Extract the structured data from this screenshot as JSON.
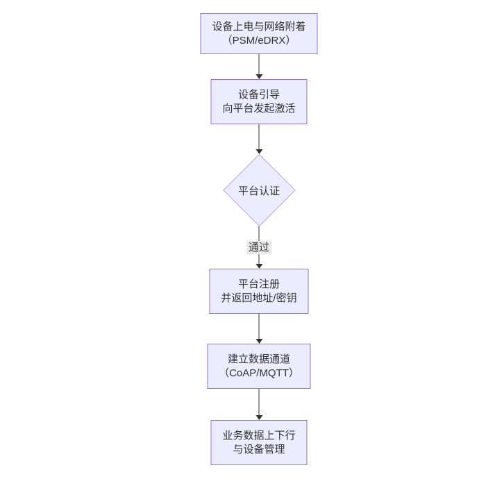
{
  "diagram": {
    "type": "flowchart",
    "direction": "top-down",
    "nodes": [
      {
        "shape": "rect",
        "lines": [
          "设备上电与网络附着",
          "（PSM/eDRX）"
        ]
      },
      {
        "shape": "rect",
        "lines": [
          "设备引导",
          "向平台发起激活"
        ]
      },
      {
        "shape": "diamond",
        "lines": [
          "平台认证"
        ]
      },
      {
        "shape": "rect",
        "lines": [
          "平台注册",
          "并返回地址/密钥"
        ]
      },
      {
        "shape": "rect",
        "lines": [
          "建立数据通道",
          "（CoAP/MQTT）"
        ]
      },
      {
        "shape": "rect",
        "lines": [
          "业务数据上下行",
          "与设备管理"
        ]
      }
    ],
    "edges": [
      {
        "from": 0,
        "to": 1,
        "label": ""
      },
      {
        "from": 1,
        "to": 2,
        "label": ""
      },
      {
        "from": 2,
        "to": 3,
        "label": "通过"
      },
      {
        "from": 3,
        "to": 4,
        "label": ""
      },
      {
        "from": 4,
        "to": 5,
        "label": ""
      }
    ],
    "colors": {
      "node_fill": "#ECECFF",
      "node_border": "#9370DB",
      "diamond_border": "#B9A7E8",
      "edge_line": "#333333",
      "edge_label_bg": "#E8E8E8",
      "text": "#333333",
      "canvas_bg": "#FFFFFF"
    }
  }
}
